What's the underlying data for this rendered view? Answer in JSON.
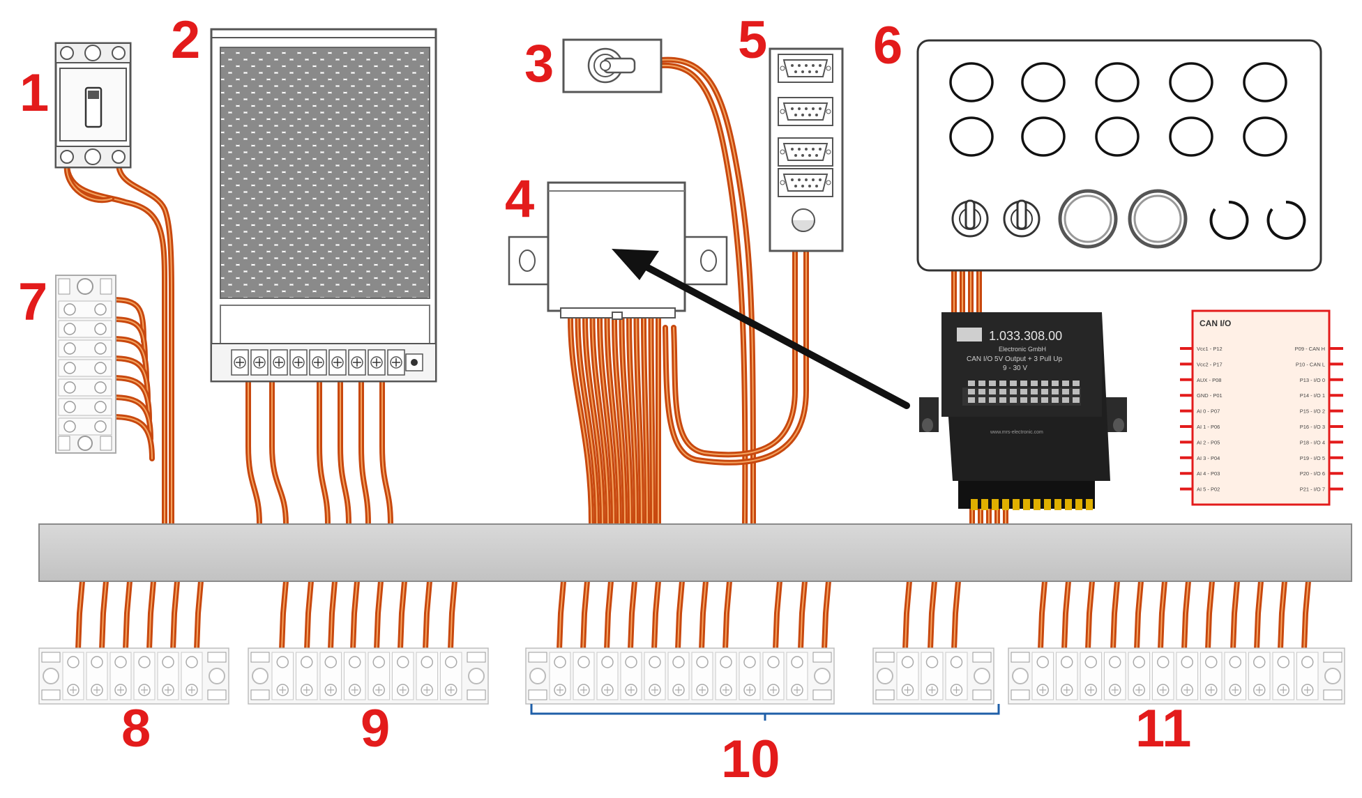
{
  "labels": {
    "l1": "1",
    "l2": "2",
    "l3": "3",
    "l4": "4",
    "l5": "5",
    "l6": "6",
    "l7": "7",
    "l8": "8",
    "l9": "9",
    "l10": "10",
    "l11": "11"
  },
  "module": {
    "part_number": "1.033.308.00",
    "company": "Electronic GmbH",
    "line1": "CAN I/O 5V Output + 3 Pull Up",
    "line2": "9 - 30 V",
    "website": "www.mrs-electronic.com"
  },
  "pinout": {
    "title": "CAN I/O",
    "left": [
      "Vcc1 - P12",
      "Vcc2 - P17",
      "AUX - P08",
      "GND - P01",
      "AI 0 - P07",
      "AI 1 - P06",
      "AI 2 - P05",
      "AI 3 - P04",
      "AI 4 - P03",
      "AI 5 - P02"
    ],
    "right": [
      "P09 - CAN H",
      "P10 - CAN L",
      "P13 - I/O 0",
      "P14 - I/O 1",
      "P15 - I/O 2",
      "P16 - I/O 3",
      "P18 - I/O 4",
      "P19 - I/O 5",
      "P20 - I/O 6",
      "P21 - I/O 7"
    ]
  },
  "colors": {
    "label": "#e31b1b",
    "wire": "#c8480e",
    "wire_highlight": "#f4a460",
    "busbar": "#cfcfcf",
    "pinout_border": "#e31b1b",
    "arrow": "#111111",
    "bracket": "#1f5fa8"
  }
}
